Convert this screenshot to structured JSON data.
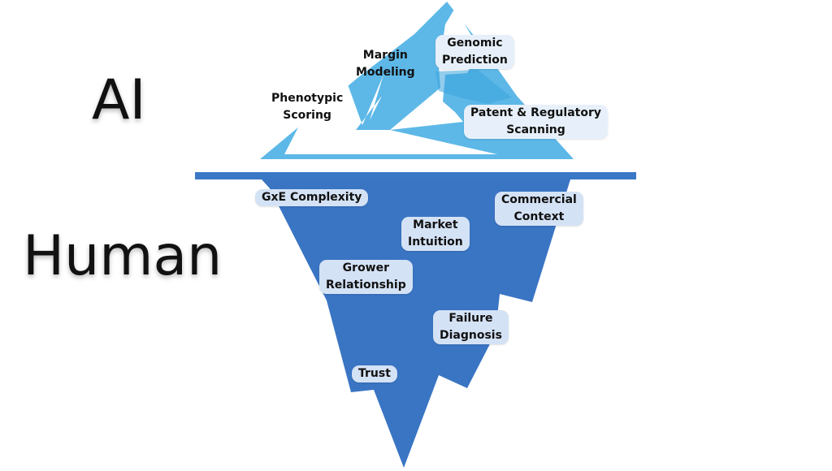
{
  "labels": {
    "ai": "AI",
    "human": "Human"
  },
  "above_water": [
    {
      "id": "margin-modeling",
      "lines": [
        "Margin",
        "Modeling"
      ]
    },
    {
      "id": "genomic-prediction",
      "lines": [
        "Genomic",
        "Prediction"
      ]
    },
    {
      "id": "phenotypic-scoring",
      "lines": [
        "Phenotypic",
        "Scoring"
      ]
    },
    {
      "id": "patent-regulatory-scanning",
      "lines": [
        "Patent & Regulatory",
        "Scanning"
      ]
    }
  ],
  "below_water": [
    {
      "id": "gxe-complexity",
      "lines": [
        "GxE Complexity"
      ]
    },
    {
      "id": "commercial-context",
      "lines": [
        "Commercial",
        "Context"
      ]
    },
    {
      "id": "market-intuition",
      "lines": [
        "Market",
        "Intuition"
      ]
    },
    {
      "id": "grower-relationship",
      "lines": [
        "Grower",
        "Relationship"
      ]
    },
    {
      "id": "failure-diagnosis",
      "lines": [
        "Failure",
        "Diagnosis"
      ]
    },
    {
      "id": "trust",
      "lines": [
        "Trust"
      ]
    }
  ],
  "colors": {
    "ice_light": "#5db8e8",
    "ice_white": "#ffffff",
    "water_line": "#3a78c6",
    "ice_underwater": "#3a75c4",
    "tag_fill": "#d4e2f5"
  }
}
